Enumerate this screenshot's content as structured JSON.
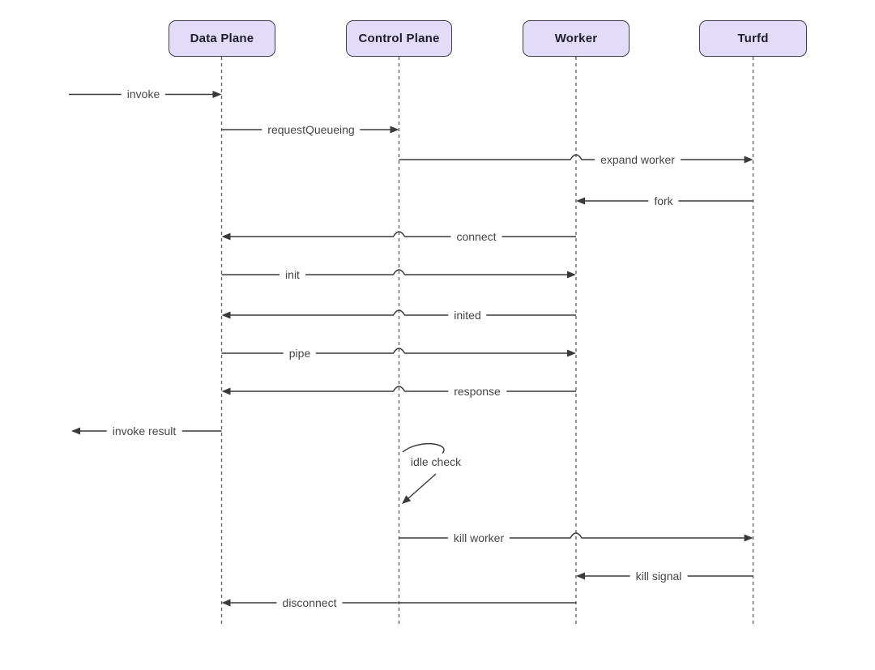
{
  "diagram": {
    "type": "sequence-diagram",
    "participants": [
      {
        "label": "Data Plane"
      },
      {
        "label": "Control Plane"
      },
      {
        "label": "Worker"
      },
      {
        "label": "Turfd"
      }
    ],
    "messages": [
      {
        "label": "invoke",
        "from": "external-left",
        "to": "Data Plane"
      },
      {
        "label": "requestQueueing",
        "from": "Data Plane",
        "to": "Control Plane"
      },
      {
        "label": "expand worker",
        "from": "Control Plane",
        "to": "Turfd"
      },
      {
        "label": "fork",
        "from": "Turfd",
        "to": "Worker"
      },
      {
        "label": "connect",
        "from": "Worker",
        "to": "Data Plane"
      },
      {
        "label": "init",
        "from": "Data Plane",
        "to": "Worker"
      },
      {
        "label": "inited",
        "from": "Worker",
        "to": "Data Plane"
      },
      {
        "label": "pipe",
        "from": "Data Plane",
        "to": "Worker"
      },
      {
        "label": "response",
        "from": "Worker",
        "to": "Data Plane"
      },
      {
        "label": "invoke result",
        "from": "Data Plane",
        "to": "external-left"
      },
      {
        "label": "idle check",
        "from": "Control Plane",
        "to": "Control Plane",
        "type": "self"
      },
      {
        "label": "kill worker",
        "from": "Control Plane",
        "to": "Turfd"
      },
      {
        "label": "kill signal",
        "from": "Turfd",
        "to": "Worker"
      },
      {
        "label": "disconnect",
        "from": "Worker",
        "to": "Data Plane"
      }
    ],
    "colors": {
      "background": "#ffffff",
      "participant_fill": "#e3dcf9",
      "participant_border": "#3f3f4d",
      "participant_text": "#1c1c2e",
      "line": "#3a3a3a",
      "lifeline": "#666666",
      "label_text": "#454545"
    }
  }
}
